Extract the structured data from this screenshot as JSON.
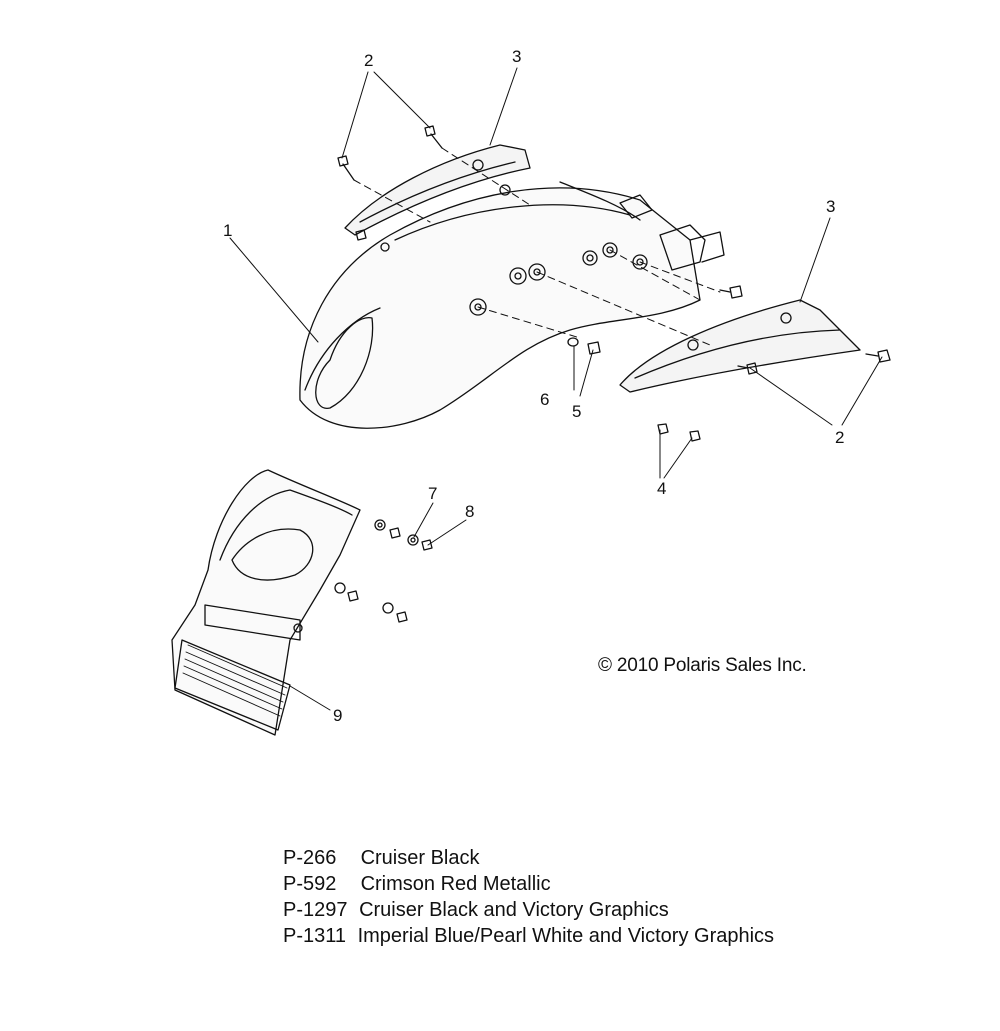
{
  "callouts": [
    "1",
    "2",
    "3",
    "4",
    "5",
    "6",
    "7",
    "8",
    "9"
  ],
  "copyright": "© 2010 Polaris Sales Inc.",
  "color_options": [
    {
      "code": "P-266",
      "name": "Cruiser Black"
    },
    {
      "code": "P-592",
      "name": "Crimson Red Metallic"
    },
    {
      "code": "P-1297",
      "name": "Cruiser Black and Victory Graphics"
    },
    {
      "code": "P-1311",
      "name": "Imperial Blue/Pearl White and Victory Graphics"
    }
  ]
}
